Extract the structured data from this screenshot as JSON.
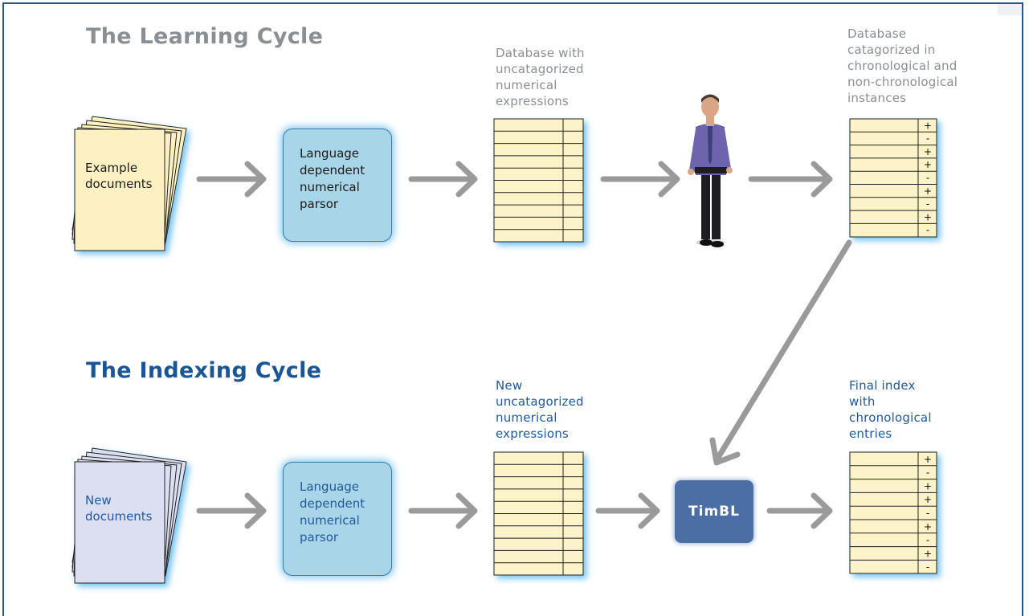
{
  "learning": {
    "title": "The Learning Cycle",
    "documents_label": "Example\ndocuments",
    "parser_label": "Language\ndependent\nnumerical\nparsor",
    "db_label": "Database with\nuncatagorized\nnumerical\nexpressions",
    "person_label": "person",
    "categorized_label": "Database\ncatagorized in\nchronological and\nnon-chronological\ninstances",
    "categorized_signs": [
      "+",
      "-",
      "+",
      "+",
      "-",
      "+",
      "-",
      "+",
      "-"
    ]
  },
  "indexing": {
    "title": "The Indexing Cycle",
    "documents_label": "New\ndocuments",
    "parser_label": "Language\ndependent\nnumerical\nparsor",
    "db_label": "New\nuncatagorized\nnumerical\nexpressions",
    "classifier_label": "TimBL",
    "final_label": "Final index\nwith\nchronological\nentries",
    "final_signs": [
      "+",
      "-",
      "+",
      "+",
      "-",
      "+",
      "-",
      "+",
      "-"
    ]
  },
  "colors": {
    "frame": "#1f5a8a",
    "learning_title": "#8a8f93",
    "indexing_title": "#1c5596",
    "parser_fill": "#a9d5e8",
    "timbl_fill": "#4b6fa5",
    "table_fill": "#fdf3c8",
    "doc_learning_fill": "#fdf0c2",
    "doc_indexing_fill": "#dcdff2",
    "arrow": "#9a9a9a"
  }
}
